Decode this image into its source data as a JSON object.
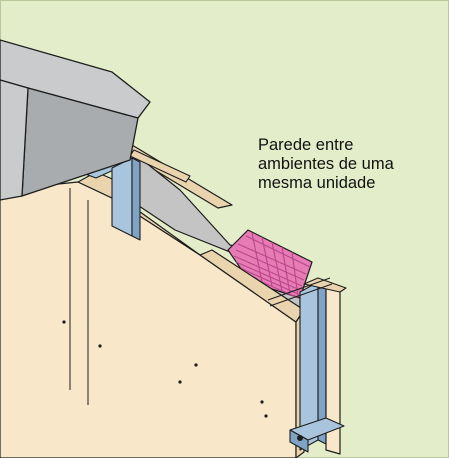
{
  "caption": {
    "lines": [
      "Parede entre",
      "ambientes de uma",
      "mesma unidade"
    ]
  },
  "colors": {
    "background": "#e4edc9",
    "slab_top": "#c9cbcc",
    "slab_side": "#a9acae",
    "board_face": "#f8e7c8",
    "board_edge": "#ead4ae",
    "steel_stud": "#a9c5dd",
    "steel_dark": "#7fa3c4",
    "insulation": "#e67bb5",
    "insulation_lines": "#b9488a",
    "gray_panel": "#c4c4c4",
    "outline": "#1d1d1d",
    "frame": "#b9c79d"
  },
  "icons": [
    "screw-icon"
  ]
}
